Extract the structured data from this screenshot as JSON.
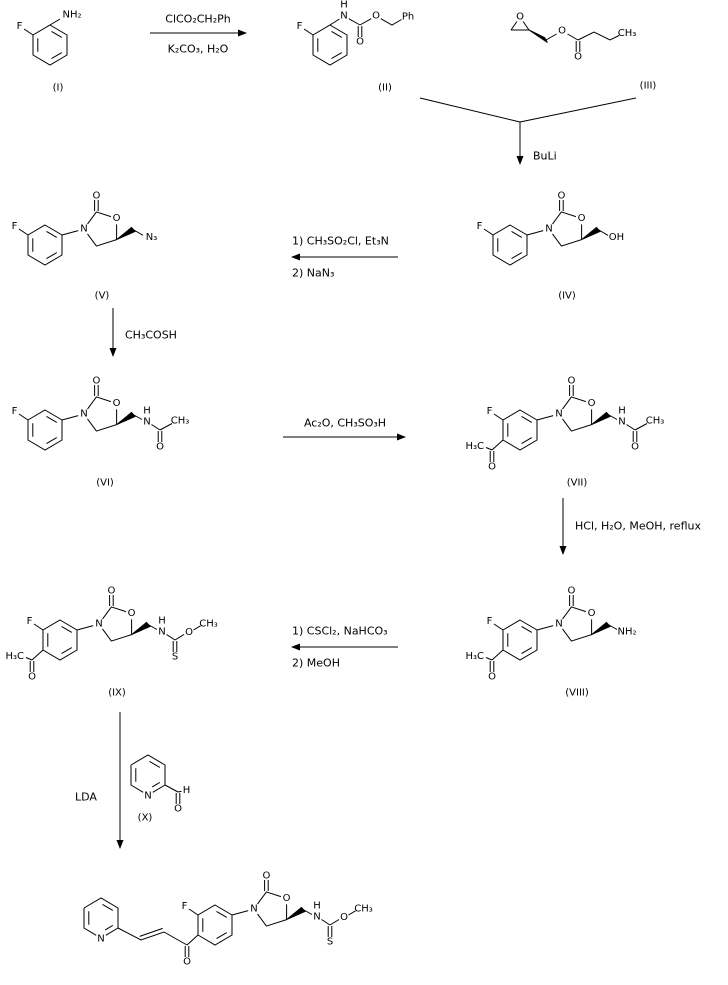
{
  "scheme": {
    "background": "#ffffff",
    "line_color": "#000000",
    "compound_labels": {
      "I": "(I)",
      "II": "(II)",
      "III": "(III)",
      "IV": "(IV)",
      "V": "(V)",
      "VI": "(VI)",
      "VII": "(VII)",
      "VIII": "(VIII)",
      "IX": "(IX)",
      "X": "(X)"
    },
    "atoms": {
      "F": "F",
      "N": "N",
      "O": "O",
      "S": "S",
      "H": "H",
      "Ph": "Ph",
      "OH": "OH",
      "NH2": "NH₂",
      "N3": "N₃",
      "CH3": "CH₃",
      "H3C": "H₃C"
    },
    "steps": {
      "s1": {
        "above": "ClCO₂CH₂Ph",
        "below": "K₂CO₃, H₂O"
      },
      "s2": {
        "label": "BuLi"
      },
      "s3": {
        "above": "1) CH₃SO₂Cl, Et₃N",
        "below": "2) NaN₃"
      },
      "s4": {
        "label": "CH₃COSH"
      },
      "s5": {
        "above": "Ac₂O, CH₃SO₃H"
      },
      "s6": {
        "label": "HCl, H₂O, MeOH, reflux"
      },
      "s7": {
        "above": "1) CSCl₂, NaHCO₃",
        "below": "2) MeOH"
      },
      "s8": {
        "label": "LDA"
      }
    }
  }
}
